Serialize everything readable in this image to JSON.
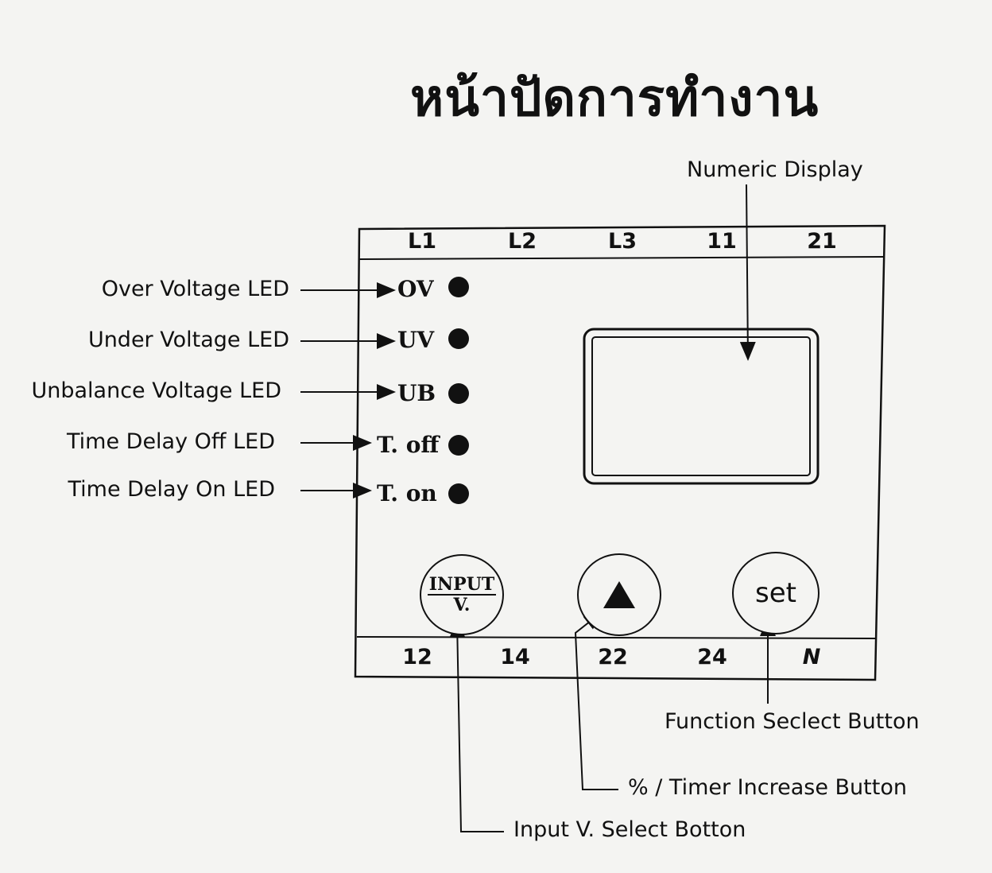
{
  "title": "หน้าปัดการทำงาน",
  "callouts": {
    "numeric_display": "Numeric Display",
    "over_voltage": "Over Voltage LED",
    "under_voltage": "Under Voltage LED",
    "unbalance_voltage": "Unbalance Voltage LED",
    "time_delay_off": "Time Delay Off LED",
    "time_delay_on": "Time Delay On LED",
    "function_select": "Function Seclect Button",
    "timer_increase": "% / Timer Increase Button",
    "input_select": "Input V. Select Botton"
  },
  "terminals_top": [
    "L1",
    "L2",
    "L3",
    "11",
    "21"
  ],
  "terminals_bottom": [
    "12",
    "14",
    "22",
    "24",
    "N"
  ],
  "leds": [
    "OV",
    "UV",
    "UB",
    "T. off",
    "T. on"
  ],
  "buttons": {
    "input_top": "INPUT",
    "input_bottom": "V.",
    "set": "set",
    "up_icon": "up-triangle-icon"
  }
}
